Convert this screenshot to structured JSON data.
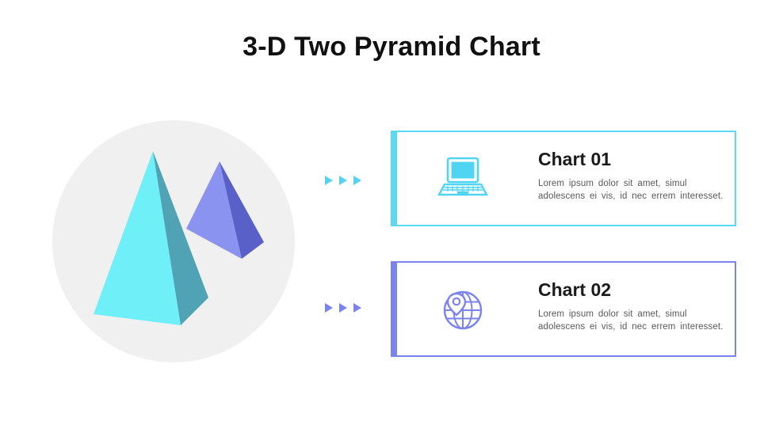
{
  "title": "3-D Two Pyramid Chart",
  "graphic": {
    "description": "Two 3-D pyramids inside a light gray circle",
    "circle_color": "#F0F0F1",
    "pyramids": [
      {
        "name": "large-cyan-pyramid",
        "front_color": "#6FEFF8",
        "side_color": "#4FA3B4"
      },
      {
        "name": "small-purple-pyramid",
        "front_color": "#8A93EF",
        "side_color": "#5961C9"
      }
    ]
  },
  "arrows": [
    {
      "direction": "right",
      "count": 3,
      "color": "#55D4F2"
    },
    {
      "direction": "right",
      "count": 3,
      "color": "#7B83EE"
    }
  ],
  "cards": [
    {
      "title": "Chart 01",
      "icon": "laptop-icon",
      "icon_color": "#4FD4F2",
      "accent_color": "#5BD9F2",
      "body_line1": "Lorem ipsum dolor sit amet, simul",
      "body_line2": "adolescens ei vis, id nec errem interesset."
    },
    {
      "title": "Chart 02",
      "icon": "globe-icon",
      "icon_color": "#7B83EE",
      "accent_color": "#7B83EE",
      "body_line1": "Lorem ipsum dolor sit amet, simul",
      "body_line2": "adolescens ei vis, id nec errem interesset."
    }
  ],
  "colors": {
    "title_text": "#111111",
    "heading_text": "#1a1a1a",
    "body_text": "#595959",
    "pyramid_cyan_front": "#6FEFF8",
    "pyramid_cyan_side": "#4FA3B4",
    "pyramid_purple_front": "#8A93EF",
    "pyramid_purple_side": "#5961C9",
    "circle_bg": "#F0F0F1"
  }
}
